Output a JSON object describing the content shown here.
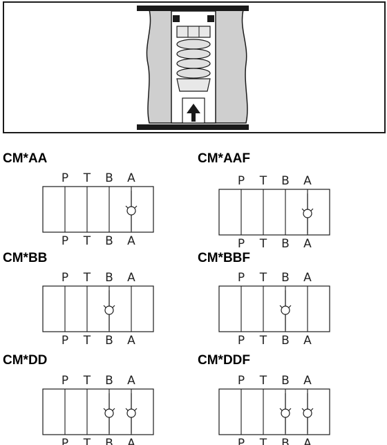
{
  "colors": {
    "stroke": "#1a1a1a",
    "housing_fill": "#cfcfcf",
    "background": "#ffffff"
  },
  "illustration": {
    "description_icon": "check-valve-cartridge-icon",
    "flow_arrow_icon": "up-arrow-icon"
  },
  "variants": [
    {
      "title": "CM*AA",
      "ports_top": [
        "P",
        "T",
        "B",
        "A"
      ],
      "ports_bottom": [
        "P",
        "T",
        "B",
        "A"
      ],
      "check_valves_on": [
        "A"
      ]
    },
    {
      "title": "CM*AAF",
      "ports_top": [
        "P",
        "T",
        "B",
        "A"
      ],
      "ports_bottom": [
        "P",
        "T",
        "B",
        "A"
      ],
      "check_valves_on": [
        "A"
      ]
    },
    {
      "title": "CM*BB",
      "ports_top": [
        "P",
        "T",
        "B",
        "A"
      ],
      "ports_bottom": [
        "P",
        "T",
        "B",
        "A"
      ],
      "check_valves_on": [
        "B"
      ]
    },
    {
      "title": "CM*BBF",
      "ports_top": [
        "P",
        "T",
        "B",
        "A"
      ],
      "ports_bottom": [
        "P",
        "T",
        "B",
        "A"
      ],
      "check_valves_on": [
        "B"
      ]
    },
    {
      "title": "CM*DD",
      "ports_top": [
        "P",
        "T",
        "B",
        "A"
      ],
      "ports_bottom": [
        "P",
        "T",
        "B",
        "A"
      ],
      "check_valves_on": [
        "B",
        "A"
      ]
    },
    {
      "title": "CM*DDF",
      "ports_top": [
        "P",
        "T",
        "B",
        "A"
      ],
      "ports_bottom": [
        "P",
        "T",
        "B",
        "A"
      ],
      "check_valves_on": [
        "B",
        "A"
      ]
    }
  ]
}
